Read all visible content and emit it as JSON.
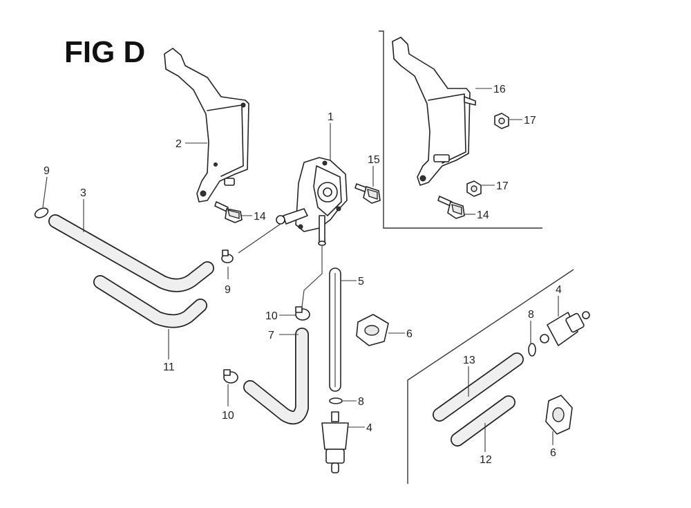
{
  "figure": {
    "title": "FIG D"
  },
  "callouts": {
    "c1": "1",
    "c2": "2",
    "c3": "3",
    "c4a": "4",
    "c4b": "4",
    "c5": "5",
    "c6a": "6",
    "c6b": "6",
    "c7": "7",
    "c8a": "8",
    "c8b": "8",
    "c9a": "9",
    "c9b": "9",
    "c10a": "10",
    "c10b": "10",
    "c11": "11",
    "c12": "12",
    "c13": "13",
    "c14a": "14",
    "c14b": "14",
    "c15": "15",
    "c16": "16",
    "c17a": "17",
    "c17b": "17"
  },
  "parts": [
    {
      "ref": "1",
      "name": "fuel-pump"
    },
    {
      "ref": "2",
      "name": "pump-bracket"
    },
    {
      "ref": "3",
      "name": "fuel-tube-upper"
    },
    {
      "ref": "4",
      "name": "fuel-filter"
    },
    {
      "ref": "5",
      "name": "fuel-tube-straight"
    },
    {
      "ref": "6",
      "name": "grommet"
    },
    {
      "ref": "7",
      "name": "fuel-tube-bent"
    },
    {
      "ref": "8",
      "name": "tube-clip"
    },
    {
      "ref": "9",
      "name": "hose-clamp"
    },
    {
      "ref": "10",
      "name": "hose-clamp"
    },
    {
      "ref": "11",
      "name": "fuel-tube-lower"
    },
    {
      "ref": "12",
      "name": "fuel-tube-short"
    },
    {
      "ref": "13",
      "name": "fuel-tube-long"
    },
    {
      "ref": "14",
      "name": "flange-bolt"
    },
    {
      "ref": "15",
      "name": "flange-bolt"
    },
    {
      "ref": "16",
      "name": "pump-bracket-alt"
    },
    {
      "ref": "17",
      "name": "flange-nut"
    }
  ]
}
